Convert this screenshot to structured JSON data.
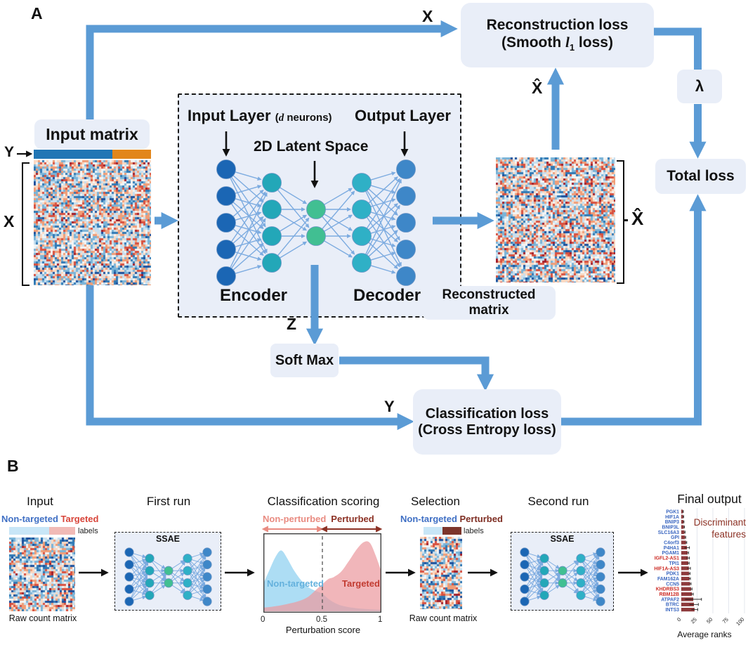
{
  "colors": {
    "connector_blue": "#5b9bd5",
    "box_fill": "#e9eef8",
    "node_input": "#1b66b4",
    "node_hidden_enc": "#23a7b8",
    "node_latent": "#41bf92",
    "node_hidden_dec": "#2fb0c6",
    "node_output": "#3e87c8",
    "edge": "#7cabe0",
    "bar_maroon": "#8e3a3c",
    "gene_blue": "#3a66c0",
    "gene_red": "#cc2a23",
    "salmon": "#e98b81",
    "maroon": "#8c3124",
    "label_blue_text": "#3f6fc4",
    "label_red_text": "#d8453a",
    "class_bar_blue": "#2176b5",
    "class_bar_orange": "#e2861b",
    "light_blue_bar": "#c8e6f7",
    "light_pink_bar": "#f1bab6",
    "dark_maroon_bar": "#7c352b"
  },
  "panel_a": {
    "label": "A",
    "input_matrix_title": "Input matrix",
    "x_symbol": "X",
    "y_symbol": "Y",
    "z_symbol": "Z",
    "x_hat_symbol": "X̂",
    "lambda_symbol": "λ",
    "x_wire_label": "X",
    "y_wire_label": "Y",
    "network": {
      "input_layer": "Input Layer",
      "neurons_open": "(",
      "neurons_d": "d",
      "neurons_rest": " neurons)",
      "latent": "2D Latent Space",
      "output_layer": "Output Layer",
      "encoder": "Encoder",
      "decoder": "Decoder",
      "layers": [
        5,
        4,
        2,
        4,
        5
      ]
    },
    "reconstruction_loss_line1": "Reconstruction loss",
    "smooth_open": "(Smooth ",
    "smooth_l": "l",
    "smooth_sub": "1",
    "smooth_close": " loss)",
    "total_loss": "Total loss",
    "soft_max": "Soft Max",
    "classification_loss_line1": "Classification loss",
    "classification_loss_line2": "(Cross Entropy loss)",
    "reconstructed_matrix": "Reconstructed matrix"
  },
  "panel_b": {
    "label": "B",
    "input": {
      "title": "Input",
      "group_neg": "Non-targeted",
      "group_pos": "Targeted",
      "labels_caption": "labels",
      "caption": "Raw count matrix"
    },
    "first_run": {
      "title": "First run",
      "net_label": "SSAE",
      "layers": [
        5,
        4,
        2,
        4,
        5
      ]
    },
    "scoring": {
      "title": "Classification scoring",
      "arrow_left": "Non-perturbed",
      "arrow_right": "Perturbed",
      "area_left": "Non-targeted",
      "area_right": "Targeted",
      "x_label": "Perturbation score",
      "x_ticks": [
        "0",
        "0.5",
        "1"
      ]
    },
    "selection": {
      "title": "Selection",
      "group_neg": "Non-targeted",
      "group_pos": "Perturbed",
      "labels_caption": "labels",
      "caption": "Raw count matrix"
    },
    "second_run": {
      "title": "Second run",
      "net_label": "SSAE",
      "layers": [
        5,
        4,
        2,
        4,
        5
      ]
    },
    "final_output": {
      "title": "Final output",
      "annotation1": "Discriminant",
      "annotation2": "features",
      "x_label": "Average ranks"
    }
  },
  "chart_data": [
    {
      "type": "area",
      "title": "Classification scoring",
      "xlabel": "Perturbation score",
      "x_range": [
        0,
        1
      ],
      "x_ticks": [
        0,
        0.5,
        1
      ],
      "threshold": 0.5,
      "legend_position": "inside",
      "series": [
        {
          "name": "Non-targeted",
          "color": "#8ed0f0",
          "points": [
            [
              0,
              0.4
            ],
            [
              0.05,
              0.58
            ],
            [
              0.09,
              0.72
            ],
            [
              0.13,
              0.82
            ],
            [
              0.16,
              0.82
            ],
            [
              0.2,
              0.72
            ],
            [
              0.26,
              0.55
            ],
            [
              0.32,
              0.42
            ],
            [
              0.38,
              0.33
            ],
            [
              0.44,
              0.28
            ],
            [
              0.5,
              0.24
            ],
            [
              0.56,
              0.16
            ],
            [
              0.64,
              0.09
            ],
            [
              0.75,
              0.05
            ],
            [
              0.88,
              0.03
            ],
            [
              1,
              0.02
            ]
          ]
        },
        {
          "name": "Targeted",
          "color": "#eb9aa0",
          "points": [
            [
              0,
              0.05
            ],
            [
              0.1,
              0.07
            ],
            [
              0.2,
              0.1
            ],
            [
              0.3,
              0.14
            ],
            [
              0.38,
              0.2
            ],
            [
              0.45,
              0.3
            ],
            [
              0.5,
              0.37
            ],
            [
              0.55,
              0.44
            ],
            [
              0.6,
              0.47
            ],
            [
              0.66,
              0.54
            ],
            [
              0.72,
              0.67
            ],
            [
              0.8,
              0.86
            ],
            [
              0.86,
              0.95
            ],
            [
              0.91,
              0.93
            ],
            [
              0.96,
              0.75
            ],
            [
              1,
              0.57
            ]
          ]
        }
      ]
    },
    {
      "type": "bar",
      "orientation": "horizontal",
      "title": "Final output",
      "xlabel": "Average ranks",
      "xlim": [
        0,
        100
      ],
      "x_ticks": [
        0,
        25,
        50,
        75,
        100
      ],
      "grid": true,
      "bar_color": "#8e3a3c",
      "categories": [
        "PGK1",
        "HIF1A",
        "BNIP3",
        "BNIP3L",
        "SLC16A3",
        "GPI",
        "C4orf3",
        "P4HA1",
        "PGAM1",
        "IGFL2-AS1",
        "TPI1",
        "HIF1A-AS3",
        "PDK1",
        "FAM162A",
        "CCN5",
        "KHDRBS3",
        "RBM12B",
        "ATPAF2",
        "BTRC",
        "INTS3"
      ],
      "values": [
        2.5,
        3,
        3.5,
        4,
        5,
        6,
        7.5,
        9,
        10,
        10.5,
        11,
        12,
        12.5,
        13,
        14,
        15.5,
        17,
        19,
        20,
        21
      ],
      "errors": [
        0.8,
        0.8,
        0.8,
        1,
        1,
        1,
        1.2,
        4,
        1.5,
        2.5,
        1.5,
        2.5,
        1.5,
        1.5,
        1.5,
        1.5,
        2,
        13,
        7,
        5
      ],
      "label_colors": [
        "blue",
        "blue",
        "blue",
        "blue",
        "blue",
        "blue",
        "blue",
        "blue",
        "blue",
        "red",
        "blue",
        "red",
        "blue",
        "blue",
        "blue",
        "red",
        "red",
        "blue",
        "blue",
        "blue"
      ]
    }
  ]
}
